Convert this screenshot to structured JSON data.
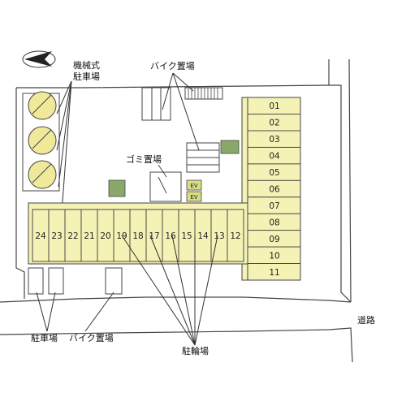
{
  "labels": {
    "mechanical_parking": [
      "機械式",
      "駐車場"
    ],
    "bike_parking_top": "バイク置場",
    "garbage": "ゴミ置場",
    "ev": "EV",
    "parking_bottom": "駐車場",
    "bike_parking_bottom": "バイク置場",
    "bicycle_parking": "駐輪場",
    "road": "道路"
  },
  "units_right": [
    "01",
    "02",
    "03",
    "04",
    "05",
    "06",
    "07",
    "08",
    "09",
    "10",
    "11"
  ],
  "units_bottom": [
    "24",
    "23",
    "22",
    "21",
    "20",
    "19",
    "18",
    "17",
    "16",
    "15",
    "14",
    "13",
    "12"
  ],
  "colors": {
    "unit_fill": "#f4f2b4",
    "line": "#444444",
    "ev_fill": "#d8dc84",
    "circle_fill": "#f0e99a",
    "stair_fill": "#6c8c4a"
  },
  "icons": {
    "compass": "north-arrow-icon"
  }
}
